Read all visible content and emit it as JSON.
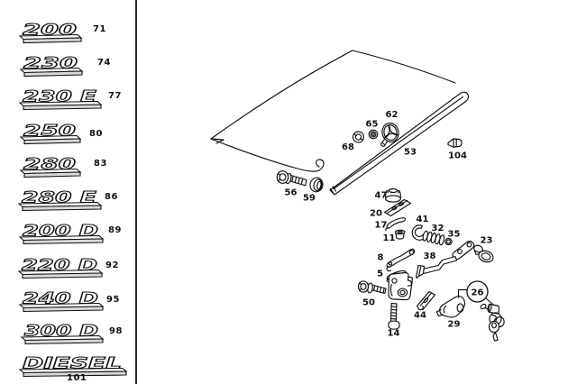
{
  "page": {
    "background": "#ffffff",
    "ink": "#111111"
  },
  "badges": [
    {
      "text": "200",
      "num": "71"
    },
    {
      "text": "230",
      "num": "74"
    },
    {
      "text": "230 E",
      "num": "77"
    },
    {
      "text": "250",
      "num": "80"
    },
    {
      "text": "280",
      "num": "83"
    },
    {
      "text": "280 E",
      "num": "86"
    },
    {
      "text": "200 D",
      "num": "89"
    },
    {
      "text": "220 D",
      "num": "92"
    },
    {
      "text": "240 D",
      "num": "95"
    },
    {
      "text": "300 D",
      "num": "98"
    },
    {
      "text": "DIESEL",
      "num": "101"
    }
  ],
  "diagram": {
    "callouts": {
      "c56": "56",
      "c59": "59",
      "c68": "68",
      "c65": "65",
      "c62": "62",
      "c53": "53",
      "c104": "104",
      "c47": "47",
      "c20": "20",
      "c17": "17",
      "c11": "11",
      "c41": "41",
      "c32": "32",
      "c35": "35",
      "c23": "23",
      "c38": "38",
      "c8": "8",
      "c5": "5",
      "c50": "50",
      "c14": "14",
      "c44": "44",
      "c29": "29",
      "c26": "26"
    }
  }
}
